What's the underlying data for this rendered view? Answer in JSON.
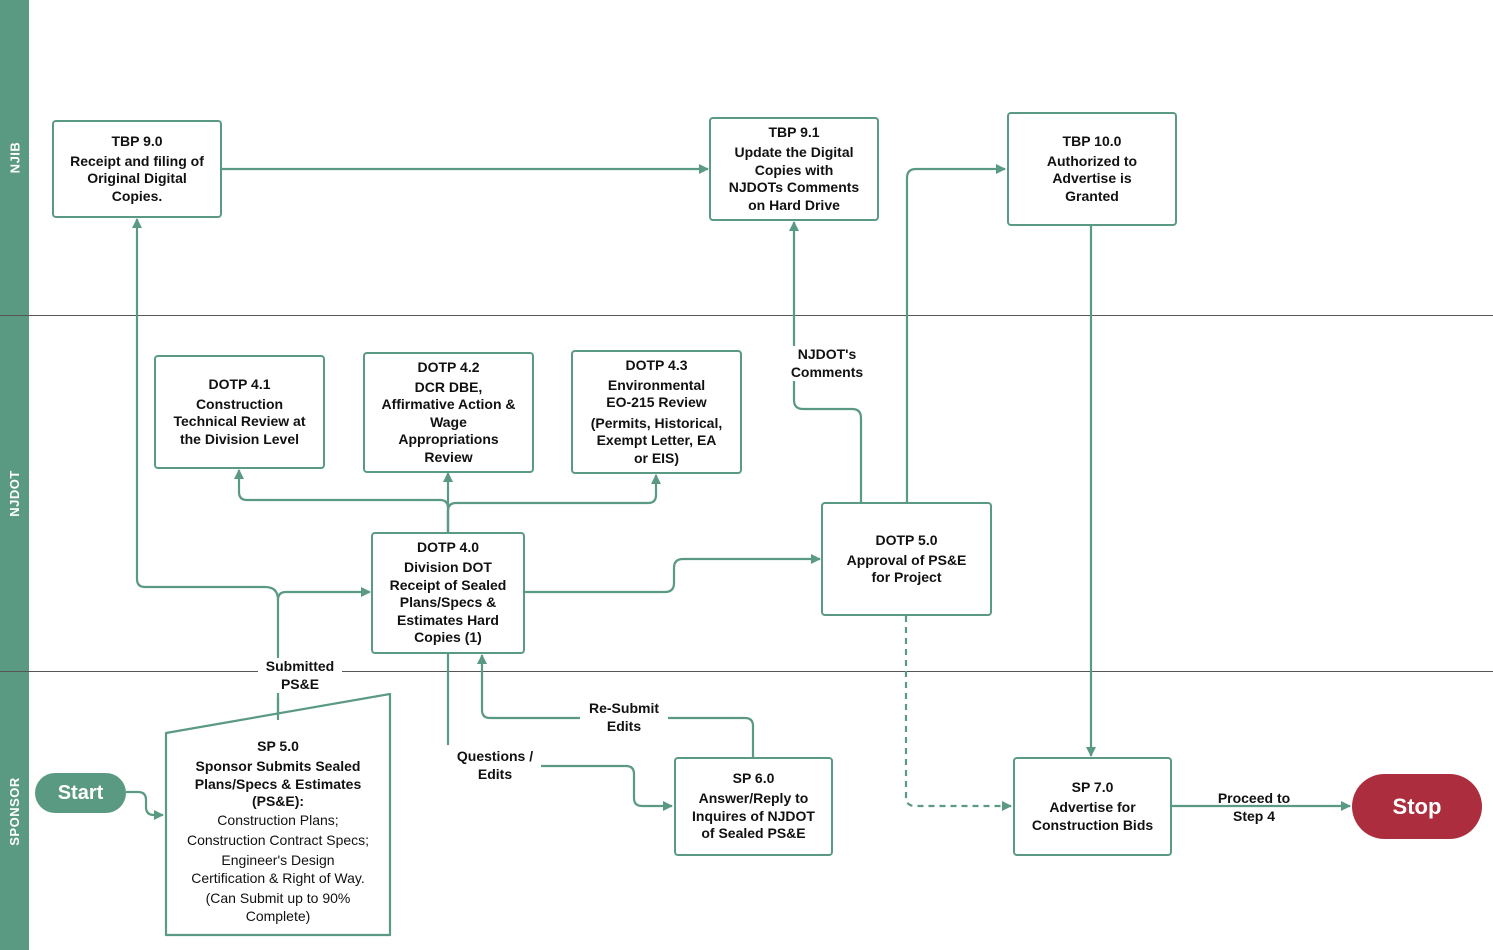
{
  "lanes": [
    {
      "label": "NJIB"
    },
    {
      "label": "NJDOT"
    },
    {
      "label": "SPONSOR"
    }
  ],
  "colors": {
    "accent": "#5b9a82",
    "stop": "#ac2e3e",
    "start": "#5b9a82",
    "divider": "#555555"
  },
  "nodes": {
    "tbp90": {
      "title": "TBP 9.0",
      "lines": [
        "Receipt and filing of",
        "Original Digital",
        "Copies."
      ]
    },
    "tbp91": {
      "title": "TBP 9.1",
      "lines": [
        "Update the Digital",
        "Copies with",
        "NJDOTs Comments",
        "on Hard Drive"
      ]
    },
    "tbp100": {
      "title": "TBP 10.0",
      "lines": [
        "Authorized to",
        "Advertise is",
        "Granted"
      ]
    },
    "dotp41": {
      "title": "DOTP 4.1",
      "lines": [
        "Construction",
        "Technical Review at",
        "the Division Level"
      ]
    },
    "dotp42": {
      "title": "DOTP 4.2",
      "lines": [
        "DCR DBE,",
        "Affirmative Action &",
        "Wage",
        "Appropriations",
        "Review"
      ]
    },
    "dotp43": {
      "title": "DOTP 4.3",
      "lines": [
        "Environmental",
        "EO-215 Review",
        "(Permits, Historical,",
        "Exempt Letter, EA",
        "or EIS)"
      ]
    },
    "dotp40": {
      "title": "DOTP 4.0",
      "lines": [
        "Division DOT",
        "Receipt of Sealed",
        "Plans/Specs &",
        "Estimates Hard",
        "Copies (1)"
      ]
    },
    "dotp50": {
      "title": "DOTP 5.0",
      "lines": [
        "Approval of PS&E",
        "for Project"
      ]
    },
    "sp50": {
      "title": "SP 5.0",
      "lines": [
        "Sponsor Submits Sealed",
        "Plans/Specs & Estimates",
        "(PS&E):"
      ],
      "plain": [
        "Construction Plans;",
        "Construction Contract Specs;",
        "Engineer's Design",
        "Certification  & Right of Way.",
        "(Can Submit up to 90%",
        "Complete)"
      ]
    },
    "sp60": {
      "title": "SP 6.0",
      "lines": [
        "Answer/Reply to",
        "Inquires of NJDOT",
        "of Sealed PS&E"
      ]
    },
    "sp70": {
      "title": "SP 7.0",
      "lines": [
        "Advertise for",
        "Construction Bids"
      ]
    }
  },
  "terminals": {
    "start": "Start",
    "stop": "Stop"
  },
  "edge_labels": {
    "njdot_comments": [
      "NJDOT's",
      "Comments"
    ],
    "submitted": [
      "Submitted",
      "PS&E"
    ],
    "resubmit": [
      "Re-Submit",
      "Edits"
    ],
    "questions": [
      "Questions /",
      "Edits"
    ],
    "proceed": [
      "Proceed to",
      "Step 4"
    ]
  }
}
